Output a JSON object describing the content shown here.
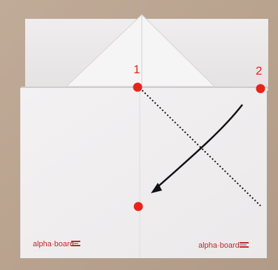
{
  "photo": {
    "background_color": "#bba590",
    "paper_color": "#f1eff0",
    "marker_color": "#e8231c",
    "arrow_color": "#111111"
  },
  "labels": {
    "point_1": "1",
    "point_2": "2"
  },
  "logos": {
    "left": {
      "brand_a": "alpha",
      "brand_b": "board",
      "separator": "-"
    },
    "right": {
      "brand_a": "alpha",
      "brand_b": "board",
      "separator": "-"
    }
  },
  "icons": {
    "arrow": "curved-arrow-icon",
    "fold_line": "dotted-fold-line",
    "marker": "red-dot-marker"
  }
}
